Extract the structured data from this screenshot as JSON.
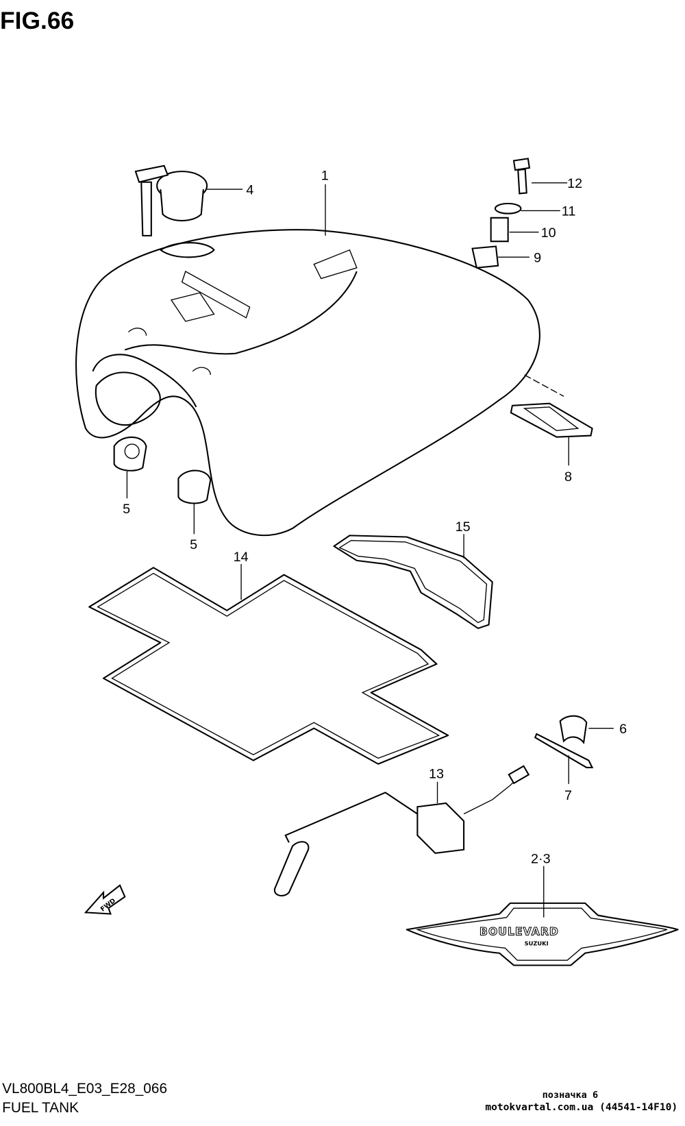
{
  "figure": {
    "title": "FIG.66",
    "model_code": "VL800BL4_E03_E28_066",
    "name": "FUEL TANK"
  },
  "watermark": {
    "line1": "позначка 6",
    "line2": "motokvartal.com.ua (44541-14F10)"
  },
  "callouts": {
    "c1": "1",
    "c4": "4",
    "c5a": "5",
    "c5b": "5",
    "c6": "6",
    "c7": "7",
    "c8": "8",
    "c9": "9",
    "c10": "10",
    "c11": "11",
    "c12": "12",
    "c13": "13",
    "c14": "14",
    "c15": "15",
    "c23": "2·3"
  },
  "emblem": {
    "brand": "BOULEVARD",
    "sub": "SUZUKI"
  },
  "direction_marker": "FWD"
}
